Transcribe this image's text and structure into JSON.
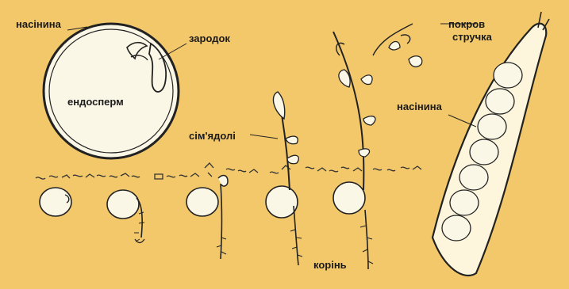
{
  "diagram": {
    "labels": {
      "seed_top": "насінина",
      "embryo": "зародок",
      "endosperm": "ендосперм",
      "cotyledons": "сім'ядолі",
      "pod_cover_line1": "покров",
      "pod_cover_line2": "стручка",
      "seed_pod": "насінина",
      "root": "корінь"
    },
    "colors": {
      "background": "#f3c86a",
      "seed_fill": "#fbf7e6",
      "line": "#222222",
      "pod_fill": "#fdf6dd"
    }
  }
}
